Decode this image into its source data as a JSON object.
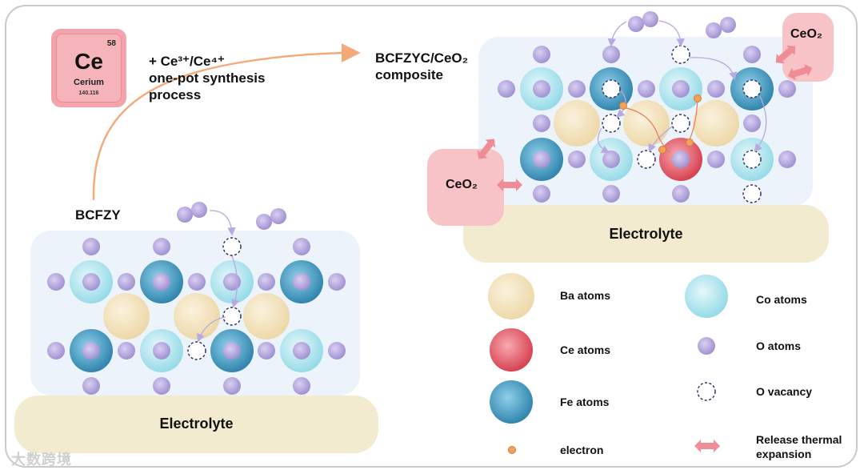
{
  "element_card": {
    "number": "58",
    "symbol": "Ce",
    "name": "Cerium",
    "mass": "140.116"
  },
  "labels": {
    "synthesis_line1": "+ Ce³⁺/Ce⁴⁺",
    "synthesis_line2": "one-pot synthesis",
    "synthesis_line3": "process",
    "composite_line1": "BCFZYC/CeO₂",
    "composite_line2": "composite",
    "bcfzy": "BCFZY",
    "electrolyte_left": "Electrolyte",
    "electrolyte_right": "Electrolyte",
    "ceo2_top": "CeO₂",
    "ceo2_left": "CeO₂"
  },
  "legend": {
    "ba": "Ba atoms",
    "ce": "Ce atoms",
    "fe": "Fe atoms",
    "electron": "electron",
    "co": "Co atoms",
    "o": "O atoms",
    "vacancy": "O vacancy",
    "release": "Release thermal expansion"
  },
  "watermark": "大数跨境",
  "colors": {
    "ba": "#f2dfb8",
    "ce": "#e0505c",
    "fe": "#3b97bf",
    "co": "#a9e3ec",
    "o": "#b3a7dc",
    "electron": "#f0a25a",
    "ceo2": "#f6bfc3",
    "electrolyte": "#f3ebcf",
    "arrow_synthesis": "#f6a978",
    "arrow_release": "#ef8c96"
  }
}
